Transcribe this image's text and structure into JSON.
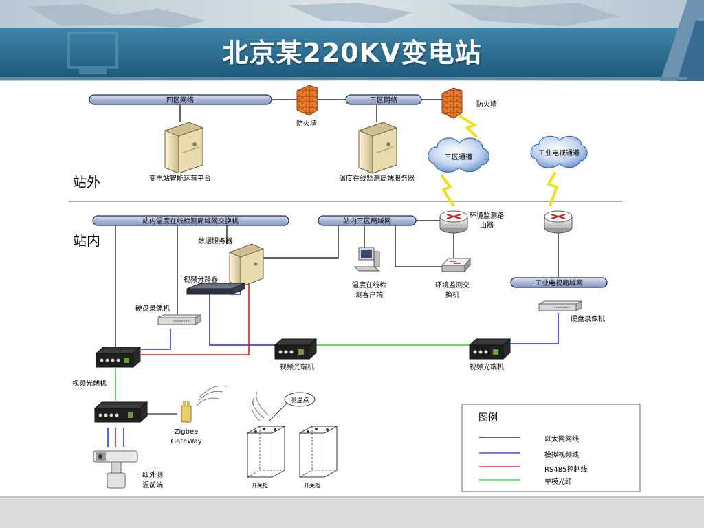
{
  "slide": {
    "title": "北京某220KV变电站"
  },
  "zones": {
    "outside": "站外",
    "inside": "站内"
  },
  "buses": {
    "zone4": "四区网络",
    "zone3": "三区网络",
    "station_temp_lan": "站内温度在线检测局域网交换机",
    "station_zone3_lan": "站内三区局域网",
    "industrial_tv_lan": "工业电视局域网"
  },
  "labels": {
    "firewall1": "防火墙",
    "firewall2": "防火墙",
    "ops_platform": "变电站智能运营平台",
    "remote_server": "温度在线监测局端服务器",
    "cloud_zone3": "三区通道",
    "cloud_tv": "工业电视通道",
    "env_router": "环境监测路由器",
    "env_router_line1": "环境监测路",
    "env_router_line2": "由器",
    "data_server": "数据服务器",
    "client_line1": "温度在线检",
    "client_line2": "测客户端",
    "env_switch_line1": "环境监测交",
    "env_switch_line2": "换机",
    "video_splitter": "视频分路器",
    "dvr_left": "硬盘录像机",
    "dvr_right": "硬盘录像机",
    "optical_left": "视频光端机",
    "optical_mid": "视频光端机",
    "optical_right": "视频光端机",
    "zigbee_line1": "Zigbee",
    "zigbee_line2": "GateWay",
    "ir_line1": "红外测",
    "ir_line2": "温前端",
    "temp_point": "测温点",
    "cabinet1": "开关柜",
    "cabinet2": "开关柜"
  },
  "legend": {
    "title": "图例",
    "items": [
      {
        "label": "以太网网线",
        "color": "#000000"
      },
      {
        "label": "模拟视频线",
        "color": "#1f2fd0"
      },
      {
        "label": "RS485控制线",
        "color": "#e01010"
      },
      {
        "label": "单模光纤",
        "color": "#2ccf2c"
      }
    ]
  },
  "colors": {
    "header_blue": "#2f6f92",
    "ethernet": "#000000",
    "video": "#1f2fd0",
    "rs485": "#e01010",
    "fiber": "#2ccf2c",
    "firewall": "#e87a2a",
    "lightning": "#f0e020",
    "cloud": "#5b86c6"
  }
}
